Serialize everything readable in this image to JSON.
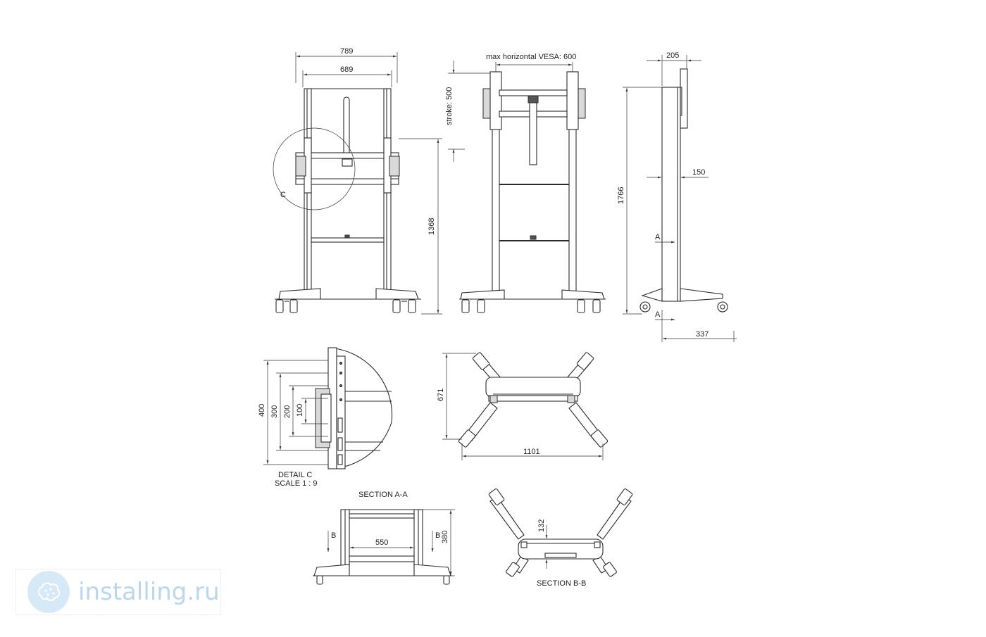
{
  "drawing": {
    "front_view": {
      "overall_width": "789",
      "inner_width": "689",
      "detail_marker": "C",
      "mount_height": "1368"
    },
    "rear_view": {
      "vesa_label": "max horizontal VESA: 600",
      "stroke_label": "stroke: 500"
    },
    "side_view": {
      "top_depth": "205",
      "column_depth": "150",
      "overall_height": "1766",
      "base_depth": "337",
      "section_marker_upper": "A",
      "section_marker_lower": "A"
    },
    "detail_c": {
      "dim_400": "400",
      "dim_300": "300",
      "dim_200": "200",
      "dim_100": "100",
      "title": "DETAIL C",
      "scale": "SCALE 1 : 9"
    },
    "base_top_view": {
      "depth": "671",
      "width": "1101"
    },
    "section_aa": {
      "title": "SECTION A-A",
      "width": "550",
      "height": "380",
      "marker_left": "B",
      "marker_right": "B"
    },
    "section_bb": {
      "title": "SECTION B-B",
      "depth": "132"
    }
  },
  "watermark": {
    "text": "installing.ru",
    "icon": "brain-icon"
  }
}
